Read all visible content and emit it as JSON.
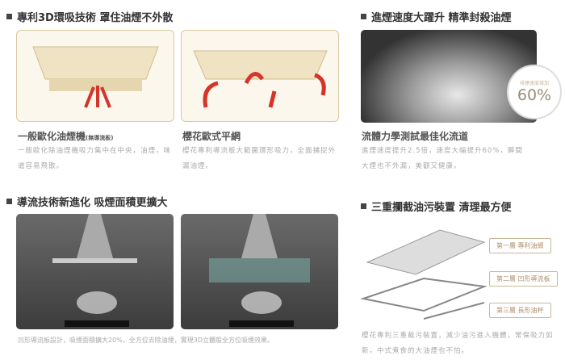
{
  "section1": {
    "title": "專利3D環吸技術 罩住油煙不外散",
    "left": {
      "title": "一般歐化油煙機",
      "title_note": "(無導流板)",
      "desc": "一般歐化除油煙機吸力集中在中央，油煙，味道容易飛散。"
    },
    "right": {
      "title": "櫻花歐式平網",
      "desc": "櫻花專利導流板大範圍環形吸力，全面捕捉外漏油煙。"
    }
  },
  "section2": {
    "title": "進煙速度大躍升 精準封殺油煙",
    "badge_label": "排煙速度增加",
    "badge_value": "60%",
    "caption_title": "流體力學測試最佳化流道",
    "desc": "進煙速度提升2.5倍，速度大幅提升60%，瞬間大煙也不外漏，美觀又健康。"
  },
  "section3": {
    "title": "導流技術新進化 吸煙面積更擴大",
    "desc": "凹形導流板設計，吸煙面積擴大20%，全方位去除油煙，實現3D立體般全方位吸煙效果。"
  },
  "section4": {
    "title": "三重攔截油污裝置 清理最方便",
    "layers": [
      "第一層 專利油網",
      "第二層 凹形導流板",
      "第三層 長形油杯"
    ],
    "desc": "櫻花專利三重截污裝置，減少油污進入機體，常保吸力如新，中式煮食的大油煙也不怕。"
  },
  "colors": {
    "accent": "#c8b89a",
    "red": "#d4342a"
  }
}
